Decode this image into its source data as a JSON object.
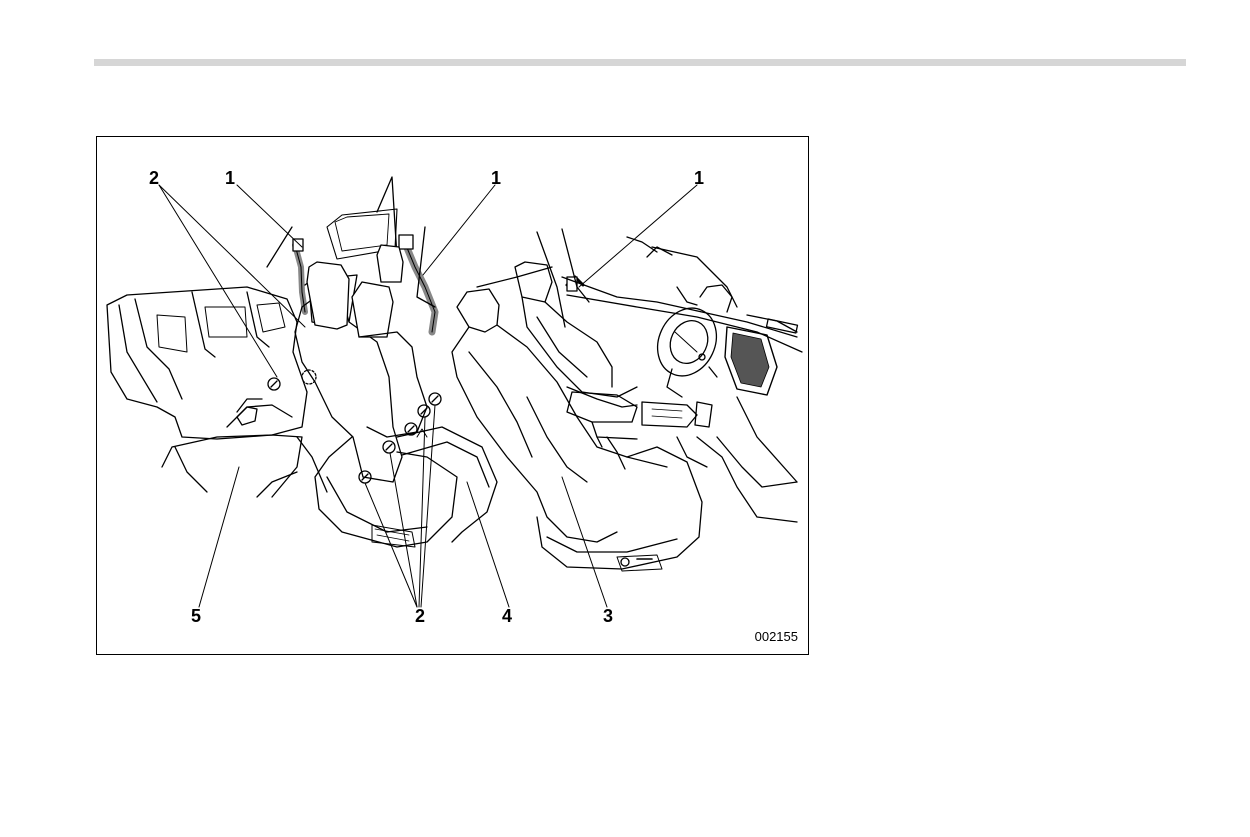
{
  "figure": {
    "id": "002155",
    "callouts": {
      "c1a": "1",
      "c1b": "1",
      "c1c": "1",
      "c2top": "2",
      "c2bot": "2",
      "c3": "3",
      "c4": "4",
      "c5": "5"
    }
  }
}
